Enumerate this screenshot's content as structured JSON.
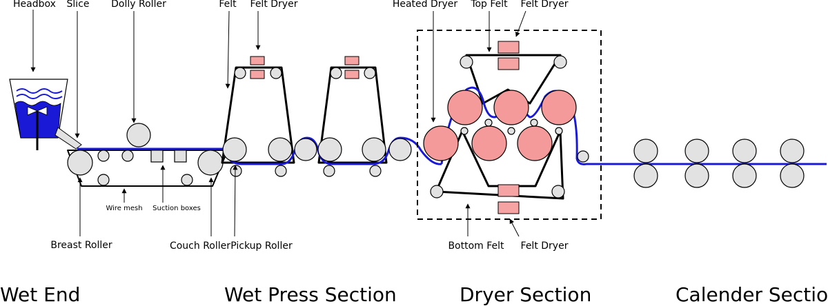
{
  "labels": {
    "headbox": "Headbox",
    "slice": "Slice",
    "dolly_roller": "Dolly Roller",
    "felt": "Felt",
    "felt_dryer_press": "Felt Dryer",
    "heated_dryer": "Heated Dryer",
    "top_felt": "Top Felt",
    "felt_dryer_top": "Felt Dryer",
    "wire_mesh": "Wire mesh",
    "suction_boxes": "Suction boxes",
    "breast_roller": "Breast Roller",
    "couch_roller": "Couch Roller",
    "pickup_roller": "Pickup Roller",
    "bottom_felt": "Bottom Felt",
    "felt_dryer_bottom": "Felt Dryer"
  },
  "sections": {
    "wet_end": "Wet End",
    "wet_press": "Wet Press Section",
    "dryer": "Dryer Section",
    "calender": "Calender Section"
  },
  "colors": {
    "paper_web": "#1a1ad6",
    "slurry": "#1a1ad6",
    "heated_dryer": "#f59a9a",
    "felt_dryer": "#f5a3a3",
    "roller": "#e2e2e2"
  }
}
